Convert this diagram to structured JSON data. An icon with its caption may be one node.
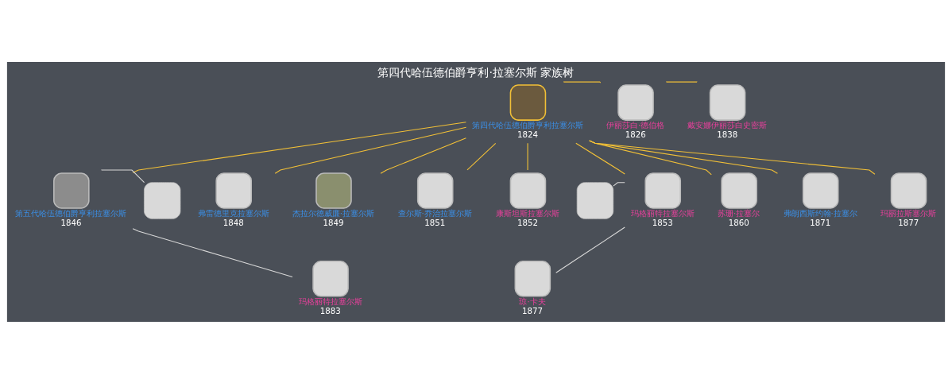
{
  "diagram": {
    "title": "第四代哈伍德伯爵亨利·拉塞尔斯 家族树",
    "nodes": [
      {
        "text": [
          "第四代哈伍德伯爵亨利拉塞尔斯",
          "1824"
        ]
      },
      {
        "text": [
          "伊丽莎白·德伯格",
          "1826"
        ]
      },
      {
        "text": [
          "戴安娜伊丽莎白史密斯",
          "1838"
        ]
      },
      {
        "text": [
          "第五代哈伍德伯爵亨利拉塞尔斯",
          "1846"
        ]
      },
      {
        "text": [],
        "shape": "box"
      },
      {
        "text": [
          "弗雷德里克拉塞尔斯",
          "1848"
        ]
      },
      {
        "text": [
          "杰拉尔德威廉·拉塞尔斯",
          "1849"
        ]
      },
      {
        "text": [
          "查尔斯·乔治拉塞尔斯",
          "1851"
        ]
      },
      {
        "text": [
          "康斯坦斯拉塞尔斯",
          "1852"
        ]
      },
      {
        "text": [],
        "shape": "box"
      },
      {
        "text": [
          "玛格丽特拉塞尔斯",
          "1853"
        ]
      },
      {
        "text": [
          "苏珊·拉塞尔",
          "1860"
        ]
      },
      {
        "text": [
          "弗朗西斯约翰·拉塞尔",
          "1871"
        ]
      },
      {
        "text": [
          "玛丽拉斯塞尔斯",
          "1877"
        ]
      },
      {
        "text": [
          "玛格丽特拉塞尔斯",
          "1883"
        ]
      },
      {
        "text": [
          "琼·卡夫",
          "1877"
        ]
      }
    ],
    "edges": [
      {
        "from": 0,
        "to": 1,
        "arrow": "none"
      },
      {
        "from": 1,
        "to": 2,
        "arrow": "none"
      },
      {
        "from": 0,
        "to": 3,
        "arrow": "none"
      },
      {
        "from": 0,
        "to": 5,
        "arrow": "none"
      },
      {
        "from": 0,
        "to": 6,
        "arrow": "none"
      },
      {
        "from": 0,
        "to": 7,
        "arrow": "none"
      },
      {
        "from": 0,
        "to": 8,
        "arrow": "none"
      },
      {
        "from": 0,
        "to": 10,
        "arrow": "none"
      },
      {
        "from": 0,
        "to": 11,
        "arrow": "none"
      },
      {
        "from": 0,
        "to": 12,
        "arrow": "none"
      },
      {
        "from": 0,
        "to": 13,
        "arrow": "none"
      },
      {
        "from": 3,
        "to": 4,
        "arrow": "none",
        "color": "#d8d8d8"
      },
      {
        "from": 9,
        "to": 10,
        "arrow": "none",
        "color": "#d8d8d8"
      },
      {
        "from": 3,
        "to": 14,
        "arrow": "none",
        "color": "#d8d8d8"
      },
      {
        "from": 10,
        "to": 15,
        "arrow": "none",
        "color": "#d8d8d8"
      }
    ]
  }
}
